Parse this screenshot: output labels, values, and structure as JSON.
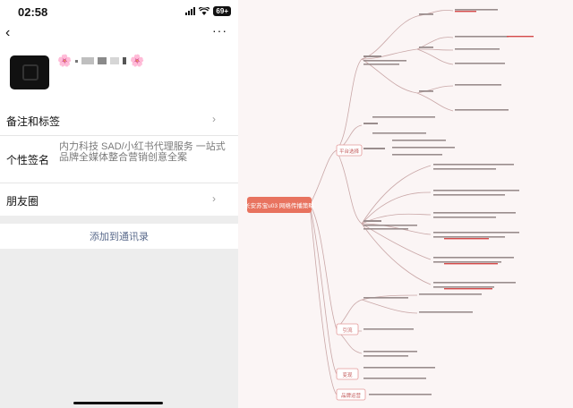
{
  "status_bar": {
    "time": "02:58",
    "battery_badge": "69+"
  },
  "nav": {
    "back_glyph": "‹",
    "more_glyph": "···"
  },
  "profile": {
    "flower_glyph": "🌸"
  },
  "rows": {
    "tags_label": "备注和标签",
    "signature_label": "个性签名",
    "signature_text": "内力科技 SAD/小红书代理服务 一站式品牌全媒体整合营销创意全案",
    "moments_label": "朋友圈",
    "chevron_glyph": "›"
  },
  "add_contact_label": "添加到通讯录",
  "mindmap": {
    "root_label": "长安苏宝u03 网络传播策略",
    "branches": [
      "平台选择",
      "引流",
      "变现",
      "品牌运营"
    ],
    "colors": {
      "root": "#e8735f",
      "branch": "#e59a9a",
      "line": "#c9a7a7",
      "text": "#6e5f5f"
    }
  }
}
